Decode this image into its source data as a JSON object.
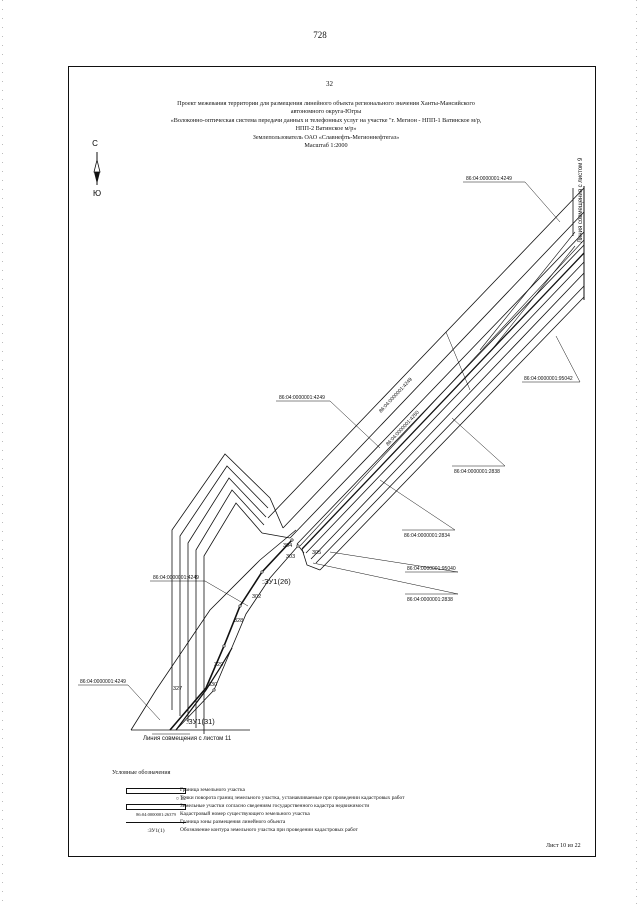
{
  "page_number": "728",
  "sheet_number": "32",
  "title_lines": [
    "Проект межевания территории для размещения линейного объекта регионального значения Ханты-Мансийского",
    "автономного округа-Югры",
    "«Волоконно-оптическая система передачи данных и телефонных услуг на участке \"г. Мегион - НПП-1 Ватинское м/р,",
    "НПП-2 Ватинское м/р»",
    "Землепользователь ОАО «Славнефть-Мегионнефтегаз»",
    "Масштаб 1:2000"
  ],
  "compass": {
    "north": "С",
    "south": "Ю"
  },
  "map_labels": {
    "cad_1": "86:04:0000001:4249",
    "cad_2": "86:04:0000001:4249",
    "cad_3": "86:04:0000001:4249",
    "cad_4": "86:04:0000001:4249",
    "cad_5": "86:04:0000001:95042",
    "cad_6": "86:04:0000001:2838",
    "cad_7": "86:04:0000001:2834",
    "cad_8": "86:04:0000001:95040",
    "cad_9": "86:04:0000001:2838",
    "diag_1": "86:04:0000001:4249",
    "diag_2": "86:04:0000001:4250",
    "point_302": "302",
    "point_303": "303",
    "point_304": "304",
    "point_305": "305",
    "point_327": "327",
    "point_328": "328",
    "point_329": "329",
    "point_330": "330",
    "zu_26": ":ЗУ1(26)",
    "zu_31": ":ЗУ1(31)",
    "match_line_9": "Линия совмещения с листом 9",
    "match_line_11": "Линия совмещения с листом 11"
  },
  "legend": {
    "title": "Условные обозначения",
    "items": [
      {
        "symbol": "",
        "text": "Граница земельного участка"
      },
      {
        "symbol": "○ 22",
        "text": "Точки поворота границ земельного участка, устанавливаемые при проведении кадастровых работ"
      },
      {
        "symbol": "",
        "text": "Земельные участки согласно сведениям государственного кадастра недвижимости"
      },
      {
        "symbol": "86:04:0000001:26379",
        "text": "Кадастровый номер существующего земельного участка"
      },
      {
        "symbol": "",
        "text": "Граница зоны размещения линейного объекта"
      },
      {
        "symbol": ":ЗУ1(1)",
        "text": "Обозначение контура земельного участка при проведении кадастровых работ"
      }
    ]
  },
  "sheet_total": "Лист 10 из 22"
}
